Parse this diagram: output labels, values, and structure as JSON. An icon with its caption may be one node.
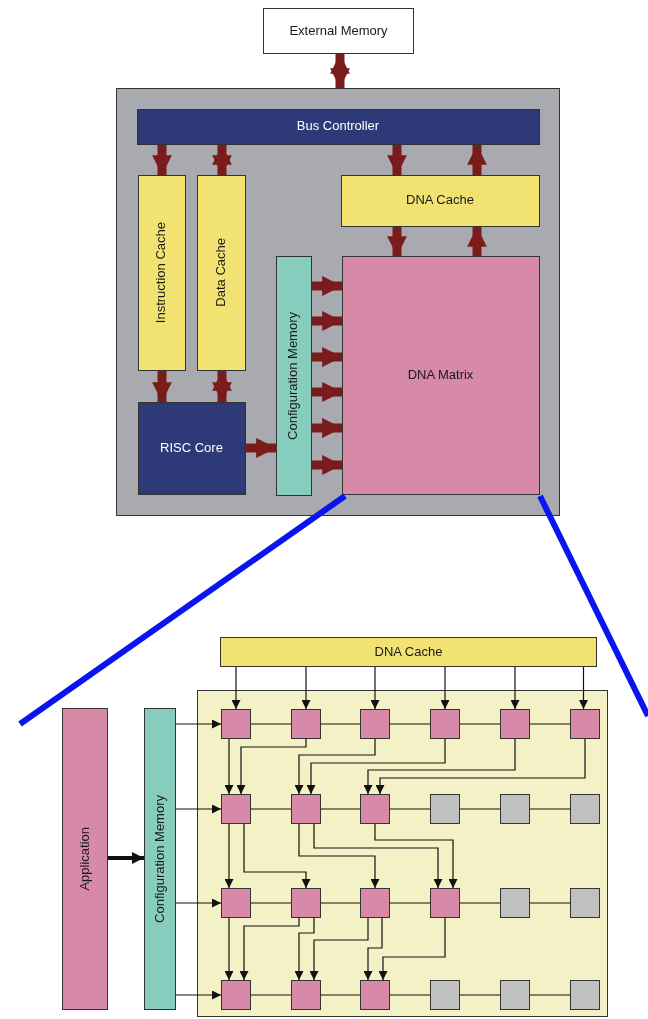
{
  "diagram": {
    "nodes": [
      {
        "text": [
          "External Memory"
        ]
      },
      {
        "text": [],
        "shape": "box"
      },
      {
        "text": [
          "Bus Controller"
        ],
        "in": 1
      },
      {
        "text": [
          "Instruction Cache"
        ],
        "in": 1
      },
      {
        "text": [
          "Data Cache"
        ],
        "in": 1
      },
      {
        "text": [
          "DNA Cache"
        ],
        "in": 1
      },
      {
        "text": [
          "Configuration Memory"
        ],
        "in": 1
      },
      {
        "text": [
          "DNA Matrix"
        ],
        "in": 1
      },
      {
        "text": [
          "RISC Core"
        ],
        "in": 1
      },
      {
        "text": [
          "DNA Cache"
        ]
      },
      {
        "text": [
          "Application"
        ]
      },
      {
        "text": [
          "Configuration Memory"
        ]
      },
      {
        "text": [],
        "shape": "box"
      },
      {
        "text": [],
        "shape": "box",
        "in": 12
      },
      {
        "text": [],
        "shape": "box",
        "in": 12
      },
      {
        "text": [],
        "shape": "box",
        "in": 12
      },
      {
        "text": [],
        "shape": "box",
        "in": 12
      },
      {
        "text": [],
        "shape": "box",
        "in": 12
      },
      {
        "text": [],
        "shape": "box",
        "in": 12
      },
      {
        "text": [],
        "shape": "box",
        "in": 12
      },
      {
        "text": [],
        "shape": "box",
        "in": 12
      },
      {
        "text": [],
        "shape": "box",
        "in": 12
      },
      {
        "text": [],
        "shape": "box",
        "in": 12
      },
      {
        "text": [],
        "shape": "box",
        "in": 12
      },
      {
        "text": [],
        "shape": "box",
        "in": 12
      },
      {
        "text": [],
        "shape": "box",
        "in": 12
      },
      {
        "text": [],
        "shape": "box",
        "in": 12
      },
      {
        "text": [],
        "shape": "box",
        "in": 12
      },
      {
        "text": [],
        "shape": "box",
        "in": 12
      },
      {
        "text": [],
        "shape": "box",
        "in": 12
      },
      {
        "text": [],
        "shape": "box",
        "in": 12
      },
      {
        "text": [],
        "shape": "box",
        "in": 12
      },
      {
        "text": [],
        "shape": "box",
        "in": 12
      },
      {
        "text": [],
        "shape": "box",
        "in": 12
      },
      {
        "text": [],
        "shape": "box",
        "in": 12
      },
      {
        "text": [],
        "shape": "box",
        "in": 12
      },
      {
        "text": [],
        "shape": "box",
        "in": 12
      }
    ],
    "edges": [
      {
        "from": 0,
        "to": 1,
        "arrow": "both",
        "style": "thick",
        "color": "#7a1c1c"
      },
      {
        "from": 2,
        "to": 3,
        "arrow": "to",
        "style": "thick",
        "color": "#7a1c1c"
      },
      {
        "from": 2,
        "to": 4,
        "arrow": "both",
        "style": "thick",
        "color": "#7a1c1c"
      },
      {
        "from": 2,
        "to": 5,
        "arrow": "to",
        "style": "thick",
        "color": "#7a1c1c"
      },
      {
        "from": 5,
        "to": 2,
        "arrow": "to",
        "style": "thick",
        "color": "#7a1c1c"
      },
      {
        "from": 3,
        "to": 8,
        "arrow": "to",
        "style": "thick",
        "color": "#7a1c1c"
      },
      {
        "from": 4,
        "to": 8,
        "arrow": "both",
        "style": "thick",
        "color": "#7a1c1c"
      },
      {
        "from": 5,
        "to": 7,
        "arrow": "to",
        "style": "thick",
        "color": "#7a1c1c"
      },
      {
        "from": 7,
        "to": 5,
        "arrow": "to",
        "style": "thick",
        "color": "#7a1c1c"
      },
      {
        "from": 8,
        "to": 6,
        "arrow": "to",
        "style": "thick",
        "color": "#7a1c1c"
      },
      {
        "from": 6,
        "to": 7,
        "arrow": "to",
        "style": "thick",
        "color": "#7a1c1c"
      },
      {
        "from": 6,
        "to": 7,
        "arrow": "to",
        "style": "thick",
        "color": "#7a1c1c"
      },
      {
        "from": 6,
        "to": 7,
        "arrow": "to",
        "style": "thick",
        "color": "#7a1c1c"
      },
      {
        "from": 6,
        "to": 7,
        "arrow": "to",
        "style": "thick",
        "color": "#7a1c1c"
      },
      {
        "from": 6,
        "to": 7,
        "arrow": "to",
        "style": "thick",
        "color": "#7a1c1c"
      },
      {
        "from": 6,
        "to": 7,
        "arrow": "to",
        "style": "thick",
        "color": "#7a1c1c"
      },
      {
        "from": 10,
        "to": 11,
        "arrow": "to",
        "style": "thick"
      },
      {
        "from": 11,
        "to": 13,
        "arrow": "to"
      },
      {
        "from": 11,
        "to": 19,
        "arrow": "to"
      },
      {
        "from": 11,
        "to": 25,
        "arrow": "to"
      },
      {
        "from": 11,
        "to": 31,
        "arrow": "to"
      },
      {
        "from": 9,
        "to": 13,
        "arrow": "to"
      },
      {
        "from": 9,
        "to": 14,
        "arrow": "to"
      },
      {
        "from": 9,
        "to": 15,
        "arrow": "to"
      },
      {
        "from": 9,
        "to": 16,
        "arrow": "to"
      },
      {
        "from": 9,
        "to": 17,
        "arrow": "to"
      },
      {
        "from": 9,
        "to": 18,
        "arrow": "to"
      },
      {
        "from": 13,
        "to": 14,
        "arrow": "none"
      },
      {
        "from": 14,
        "to": 15,
        "arrow": "none"
      },
      {
        "from": 15,
        "to": 16,
        "arrow": "none"
      },
      {
        "from": 16,
        "to": 17,
        "arrow": "none"
      },
      {
        "from": 17,
        "to": 18,
        "arrow": "none"
      },
      {
        "from": 19,
        "to": 20,
        "arrow": "none"
      },
      {
        "from": 20,
        "to": 21,
        "arrow": "none"
      },
      {
        "from": 21,
        "to": 22,
        "arrow": "none"
      },
      {
        "from": 22,
        "to": 23,
        "arrow": "none"
      },
      {
        "from": 23,
        "to": 24,
        "arrow": "none"
      },
      {
        "from": 25,
        "to": 26,
        "arrow": "none"
      },
      {
        "from": 26,
        "to": 27,
        "arrow": "none"
      },
      {
        "from": 27,
        "to": 28,
        "arrow": "none"
      },
      {
        "from": 28,
        "to": 29,
        "arrow": "none"
      },
      {
        "from": 29,
        "to": 30,
        "arrow": "none"
      },
      {
        "from": 31,
        "to": 32,
        "arrow": "none"
      },
      {
        "from": 32,
        "to": 33,
        "arrow": "none"
      },
      {
        "from": 33,
        "to": 34,
        "arrow": "none"
      },
      {
        "from": 34,
        "to": 35,
        "arrow": "none"
      },
      {
        "from": 35,
        "to": 36,
        "arrow": "none"
      },
      {
        "from": 13,
        "to": 19,
        "arrow": "to"
      },
      {
        "from": 14,
        "to": 19,
        "arrow": "to"
      },
      {
        "from": 15,
        "to": 20,
        "arrow": "to"
      },
      {
        "from": 16,
        "to": 20,
        "arrow": "to"
      },
      {
        "from": 17,
        "to": 21,
        "arrow": "to"
      },
      {
        "from": 18,
        "to": 21,
        "arrow": "to"
      },
      {
        "from": 19,
        "to": 25,
        "arrow": "to"
      },
      {
        "from": 19,
        "to": 26,
        "arrow": "to"
      },
      {
        "from": 20,
        "to": 27,
        "arrow": "to"
      },
      {
        "from": 20,
        "to": 28,
        "arrow": "to"
      },
      {
        "from": 21,
        "to": 28,
        "arrow": "to"
      },
      {
        "from": 25,
        "to": 31,
        "arrow": "to"
      },
      {
        "from": 26,
        "to": 31,
        "arrow": "to"
      },
      {
        "from": 26,
        "to": 32,
        "arrow": "to"
      },
      {
        "from": 27,
        "to": 32,
        "arrow": "to"
      },
      {
        "from": 27,
        "to": 33,
        "arrow": "to"
      },
      {
        "from": 28,
        "to": 33,
        "arrow": "to"
      }
    ]
  }
}
